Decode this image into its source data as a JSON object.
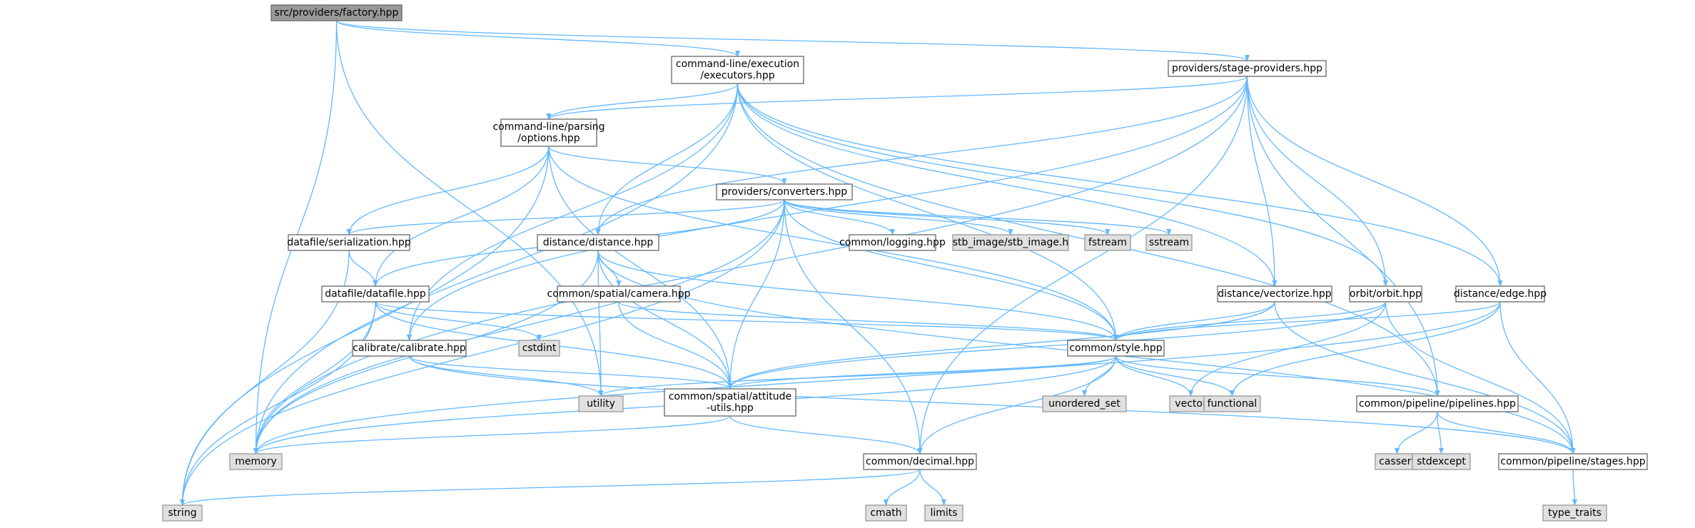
{
  "colors": {
    "edge": "#63b8ff",
    "project_fill": "#ffffff",
    "project_stroke": "#666666",
    "system_fill": "#e0e0e0",
    "system_stroke": "#999999",
    "root_fill": "#999999",
    "root_stroke": "#666666"
  },
  "nodes": [
    {
      "id": "factory",
      "lines": [
        "src/providers/factory.hpp"
      ],
      "kind": "root"
    },
    {
      "id": "executors",
      "lines": [
        "command-line/execution",
        "/executors.hpp"
      ],
      "kind": "project"
    },
    {
      "id": "stage_providers",
      "lines": [
        "providers/stage-providers.hpp"
      ],
      "kind": "project"
    },
    {
      "id": "options",
      "lines": [
        "command-line/parsing",
        "/options.hpp"
      ],
      "kind": "project"
    },
    {
      "id": "converters",
      "lines": [
        "providers/converters.hpp"
      ],
      "kind": "project"
    },
    {
      "id": "serialization",
      "lines": [
        "datafile/serialization.hpp"
      ],
      "kind": "project"
    },
    {
      "id": "distance",
      "lines": [
        "distance/distance.hpp"
      ],
      "kind": "project"
    },
    {
      "id": "logging",
      "lines": [
        "common/logging.hpp"
      ],
      "kind": "project"
    },
    {
      "id": "stb_image",
      "lines": [
        "stb_image/stb_image.h"
      ],
      "kind": "system"
    },
    {
      "id": "fstream",
      "lines": [
        "fstream"
      ],
      "kind": "system"
    },
    {
      "id": "sstream",
      "lines": [
        "sstream"
      ],
      "kind": "system"
    },
    {
      "id": "camera",
      "lines": [
        "common/spatial/camera.hpp"
      ],
      "kind": "project"
    },
    {
      "id": "datafile",
      "lines": [
        "datafile/datafile.hpp"
      ],
      "kind": "project"
    },
    {
      "id": "vectorize",
      "lines": [
        "distance/vectorize.hpp"
      ],
      "kind": "project"
    },
    {
      "id": "orbit",
      "lines": [
        "orbit/orbit.hpp"
      ],
      "kind": "project"
    },
    {
      "id": "edge",
      "lines": [
        "distance/edge.hpp"
      ],
      "kind": "project"
    },
    {
      "id": "cstdint",
      "lines": [
        "cstdint"
      ],
      "kind": "system"
    },
    {
      "id": "calibrate",
      "lines": [
        "calibrate/calibrate.hpp"
      ],
      "kind": "project"
    },
    {
      "id": "style",
      "lines": [
        "common/style.hpp"
      ],
      "kind": "project"
    },
    {
      "id": "utility",
      "lines": [
        "utility"
      ],
      "kind": "system"
    },
    {
      "id": "attitude",
      "lines": [
        "common/spatial/attitude",
        "-utils.hpp"
      ],
      "kind": "project"
    },
    {
      "id": "unordered_set",
      "lines": [
        "unordered_set"
      ],
      "kind": "system"
    },
    {
      "id": "vector",
      "lines": [
        "vector"
      ],
      "kind": "system"
    },
    {
      "id": "functional",
      "lines": [
        "functional"
      ],
      "kind": "system"
    },
    {
      "id": "pipelines",
      "lines": [
        "common/pipeline/pipelines.hpp"
      ],
      "kind": "project"
    },
    {
      "id": "memory",
      "lines": [
        "memory"
      ],
      "kind": "system"
    },
    {
      "id": "decimal",
      "lines": [
        "common/decimal.hpp"
      ],
      "kind": "project"
    },
    {
      "id": "cassert",
      "lines": [
        "cassert"
      ],
      "kind": "system"
    },
    {
      "id": "stdexcept",
      "lines": [
        "stdexcept"
      ],
      "kind": "system"
    },
    {
      "id": "stages",
      "lines": [
        "common/pipeline/stages.hpp"
      ],
      "kind": "project"
    },
    {
      "id": "string",
      "lines": [
        "string"
      ],
      "kind": "system"
    },
    {
      "id": "cmath",
      "lines": [
        "cmath"
      ],
      "kind": "system"
    },
    {
      "id": "limits",
      "lines": [
        "limits"
      ],
      "kind": "system"
    },
    {
      "id": "type_traits",
      "lines": [
        "type_traits"
      ],
      "kind": "system"
    }
  ],
  "edges": [
    [
      "factory",
      "executors"
    ],
    [
      "factory",
      "stage_providers"
    ],
    [
      "factory",
      "memory"
    ],
    [
      "factory",
      "utility"
    ],
    [
      "executors",
      "options"
    ],
    [
      "executors",
      "memory"
    ],
    [
      "executors",
      "distance"
    ],
    [
      "executors",
      "calibrate"
    ],
    [
      "executors",
      "vectorize"
    ],
    [
      "executors",
      "orbit"
    ],
    [
      "executors",
      "edge"
    ],
    [
      "executors",
      "style"
    ],
    [
      "executors",
      "pipelines"
    ],
    [
      "stage_providers",
      "options"
    ],
    [
      "stage_providers",
      "distance"
    ],
    [
      "stage_providers",
      "calibrate"
    ],
    [
      "stage_providers",
      "vectorize"
    ],
    [
      "stage_providers",
      "orbit"
    ],
    [
      "stage_providers",
      "edge"
    ],
    [
      "stage_providers",
      "pipelines"
    ],
    [
      "stage_providers",
      "memory"
    ],
    [
      "stage_providers",
      "decimal"
    ],
    [
      "options",
      "converters"
    ],
    [
      "options",
      "serialization"
    ],
    [
      "options",
      "datafile"
    ],
    [
      "options",
      "string"
    ],
    [
      "options",
      "attitude"
    ],
    [
      "options",
      "style"
    ],
    [
      "converters",
      "serialization"
    ],
    [
      "converters",
      "datafile"
    ],
    [
      "converters",
      "logging"
    ],
    [
      "converters",
      "stb_image"
    ],
    [
      "converters",
      "fstream"
    ],
    [
      "converters",
      "sstream"
    ],
    [
      "converters",
      "style"
    ],
    [
      "converters",
      "attitude"
    ],
    [
      "converters",
      "decimal"
    ],
    [
      "converters",
      "memory"
    ],
    [
      "converters",
      "string"
    ],
    [
      "serialization",
      "datafile"
    ],
    [
      "serialization",
      "string"
    ],
    [
      "distance",
      "camera"
    ],
    [
      "distance",
      "style"
    ],
    [
      "distance",
      "attitude"
    ],
    [
      "distance",
      "memory"
    ],
    [
      "distance",
      "utility"
    ],
    [
      "distance",
      "stages"
    ],
    [
      "camera",
      "attitude"
    ],
    [
      "camera",
      "style"
    ],
    [
      "datafile",
      "cstdint"
    ],
    [
      "datafile",
      "style"
    ],
    [
      "datafile",
      "attitude"
    ],
    [
      "datafile",
      "memory"
    ],
    [
      "datafile",
      "string"
    ],
    [
      "calibrate",
      "utility"
    ],
    [
      "calibrate",
      "attitude"
    ],
    [
      "calibrate",
      "stages"
    ],
    [
      "vectorize",
      "style"
    ],
    [
      "vectorize",
      "attitude"
    ],
    [
      "vectorize",
      "stages"
    ],
    [
      "orbit",
      "style"
    ],
    [
      "orbit",
      "attitude"
    ],
    [
      "orbit",
      "vector"
    ],
    [
      "orbit",
      "stages"
    ],
    [
      "edge",
      "style"
    ],
    [
      "edge",
      "stages"
    ],
    [
      "edge",
      "functional"
    ],
    [
      "edge",
      "memory"
    ],
    [
      "style",
      "utility"
    ],
    [
      "style",
      "attitude"
    ],
    [
      "style",
      "unordered_set"
    ],
    [
      "style",
      "vector"
    ],
    [
      "style",
      "functional"
    ],
    [
      "style",
      "pipelines"
    ],
    [
      "style",
      "memory"
    ],
    [
      "style",
      "decimal"
    ],
    [
      "attitude",
      "memory"
    ],
    [
      "attitude",
      "decimal"
    ],
    [
      "pipelines",
      "cassert"
    ],
    [
      "pipelines",
      "stdexcept"
    ],
    [
      "pipelines",
      "stages"
    ],
    [
      "decimal",
      "string"
    ],
    [
      "decimal",
      "cmath"
    ],
    [
      "decimal",
      "limits"
    ],
    [
      "stages",
      "type_traits"
    ]
  ]
}
